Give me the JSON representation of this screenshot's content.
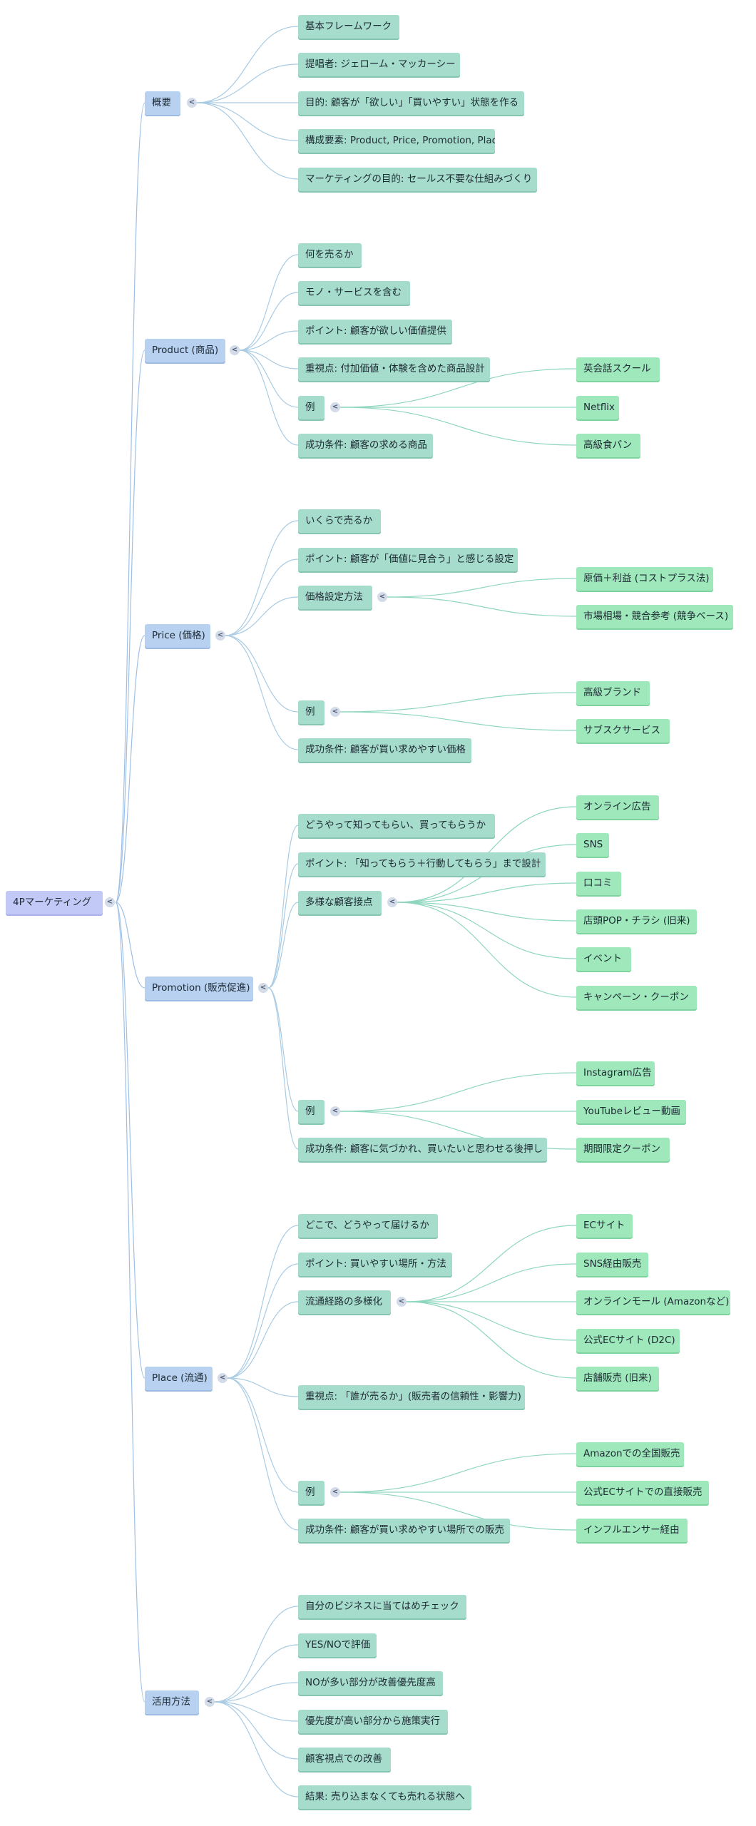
{
  "mindmap": {
    "root": "4Pマーケティング",
    "overview": {
      "label": "概要",
      "items": [
        "基本フレームワーク",
        "提唱者: ジェローム・マッカーシー",
        "目的: 顧客が「欲しい」「買いやすい」状態を作る",
        "構成要素: Product, Price, Promotion, Plac",
        "マーケティングの目的: セールス不要な仕組みづくり"
      ]
    },
    "product": {
      "label": "Product (商品)",
      "items": [
        "何を売るか",
        "モノ・サービスを含む",
        "ポイント: 顧客が欲しい価値提供",
        "重視点: 付加価値・体験を含めた商品設計",
        "例",
        "成功条件: 顧客の求める商品"
      ],
      "examples": [
        "英会話スクール",
        "Netflix",
        "高級食パン"
      ]
    },
    "price": {
      "label": "Price (価格)",
      "items": [
        "いくらで売るか",
        "ポイント: 顧客が「価値に見合う」と感じる設定",
        "価格設定方法",
        "例",
        "成功条件: 顧客が買い求めやすい価格"
      ],
      "methods": [
        "原価＋利益 (コストプラス法)",
        "市場相場・競合参考 (競争ベース)"
      ],
      "examples": [
        "高級ブランド",
        "サブスクサービス"
      ]
    },
    "promotion": {
      "label": "Promotion (販売促進)",
      "items": [
        "どうやって知ってもらい、買ってもらうか",
        "ポイント: 「知ってもらう＋行動してもらう」まで設計",
        "多様な顧客接点",
        "例",
        "成功条件: 顧客に気づかれ、買いたいと思わせる後押し"
      ],
      "touchpoints": [
        "オンライン広告",
        "SNS",
        "口コミ",
        "店頭POP・チラシ (旧来)",
        "イベント",
        "キャンペーン・クーポン"
      ],
      "examples": [
        "Instagram広告",
        "YouTubeレビュー動画",
        "期間限定クーポン"
      ]
    },
    "place": {
      "label": "Place (流通)",
      "items": [
        "どこで、どうやって届けるか",
        "ポイント: 買いやすい場所・方法",
        "流通経路の多様化",
        "重視点: 「誰が売るか」(販売者の信頼性・影響力)",
        "例",
        "成功条件: 顧客が買い求めやすい場所での販売"
      ],
      "channels": [
        "ECサイト",
        "SNS経由販売",
        "オンラインモール (Amazonなど)",
        "公式ECサイト (D2C)",
        "店舗販売 (旧来)"
      ],
      "examples": [
        "Amazonでの全国販売",
        "公式ECサイトでの直接販売",
        "インフルエンサー経由"
      ]
    },
    "usage": {
      "label": "活用方法",
      "items": [
        "自分のビジネスに当てはめチェック",
        "YES/NOで評価",
        "NOが多い部分が改善優先度高",
        "優先度が高い部分から施策実行",
        "顧客視点での改善",
        "結果: 売り込まなくても売れる状態へ"
      ]
    },
    "toggle_glyph": "<",
    "colors": {
      "root": "#c3c9f7",
      "level1": "#b8d1f1",
      "level2": "#a6dccb",
      "level3": "#9fe8bb",
      "edge_level1": "#9ec0e6",
      "edge_level2": "#a9cbe3",
      "edge_level3": "#8fd6bf"
    }
  }
}
